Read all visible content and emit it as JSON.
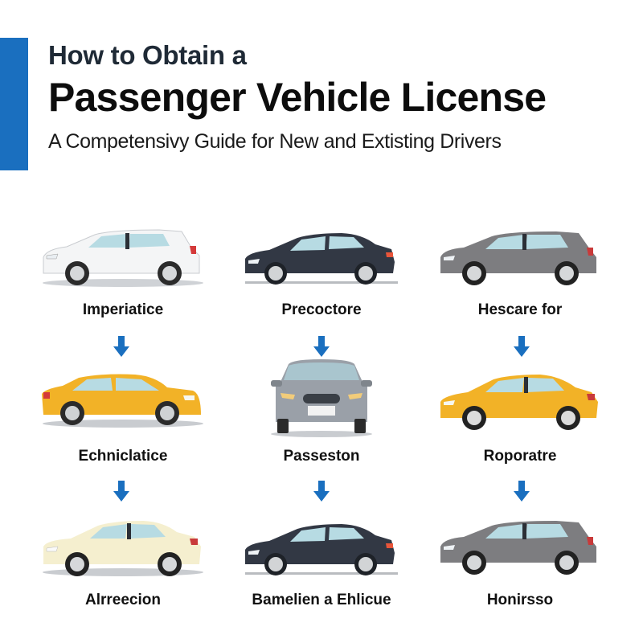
{
  "header": {
    "title_line1": "How to Obtain a",
    "title_line2": "Passenger Vehicle License",
    "subtitle": "A Competensivy Guide for New and Extisting Drivers",
    "accent_color": "#1a6fbf"
  },
  "grid": {
    "arrow_color": "#1a6fbf",
    "rows": [
      [
        {
          "label": "Imperiatice",
          "car": "hatchback",
          "color": "#f4f5f6",
          "view": "side-left",
          "arrow": true
        },
        {
          "label": "Precoctore",
          "car": "sedan",
          "color": "#323844",
          "view": "side-left",
          "arrow": true
        },
        {
          "label": "Hescare for",
          "car": "hatchback",
          "color": "#7d7d80",
          "view": "side-left",
          "arrow": true
        }
      ],
      [
        {
          "label": "Echniclatice",
          "car": "sedan",
          "color": "#f2b227",
          "view": "side-right",
          "arrow": true
        },
        {
          "label": "Passeston",
          "car": "sedan",
          "color": "#9aa0a8",
          "view": "front",
          "arrow": true
        },
        {
          "label": "Roporatre",
          "car": "sedan",
          "color": "#f2b227",
          "view": "side-left",
          "arrow": true
        }
      ],
      [
        {
          "label": "Alrreecion",
          "car": "sedan",
          "color": "#f5efcf",
          "view": "side-left",
          "arrow": false
        },
        {
          "label": "Bamelien a Ehlicue",
          "car": "sedan",
          "color": "#323844",
          "view": "side-left",
          "arrow": false
        },
        {
          "label": "Honirsso",
          "car": "hatchback",
          "color": "#7d7d80",
          "view": "side-left",
          "arrow": false
        }
      ]
    ]
  }
}
